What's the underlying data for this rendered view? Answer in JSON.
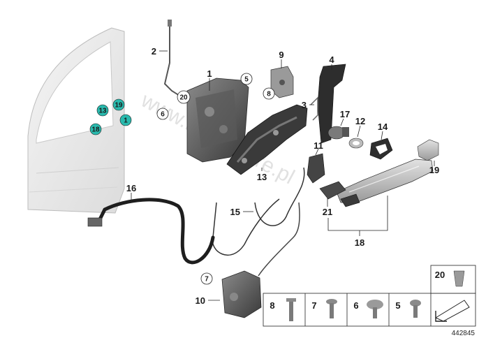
{
  "watermark": "www.BMWstore.pl",
  "diagram_number": "442845",
  "labels": {
    "l1": "1",
    "l2": "2",
    "l3": "3",
    "l4": "4",
    "l5": "5",
    "l6": "6",
    "l7": "7",
    "l8": "8",
    "l9": "9",
    "l10": "10",
    "l11": "11",
    "l12": "12",
    "l13": "13",
    "l14": "14",
    "l15": "15",
    "l16": "16",
    "l17": "17",
    "l18": "18",
    "l19": "19",
    "l20": "20",
    "l21": "21"
  },
  "door_markers": [
    "13",
    "19",
    "18",
    "1"
  ],
  "small_parts": {
    "p8": "8",
    "p7": "7",
    "p6": "6",
    "p5": "5",
    "p20": "20"
  },
  "colors": {
    "marker": "#29b9ad",
    "line": "#222222",
    "part_dark": "#4a4a4a",
    "part_light": "#bdbdbd"
  }
}
